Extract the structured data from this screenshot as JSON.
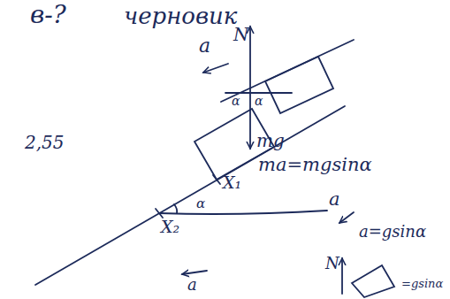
{
  "diagram": {
    "labels": [
      "в-?",
      "черновик",
      "a",
      "N",
      "mg",
      "α",
      "α",
      "ma=mgsinα",
      "2,55",
      "X₁",
      "X₂",
      "α",
      "a",
      "a=gsinα",
      "N",
      "=gsinα",
      "a"
    ]
  }
}
